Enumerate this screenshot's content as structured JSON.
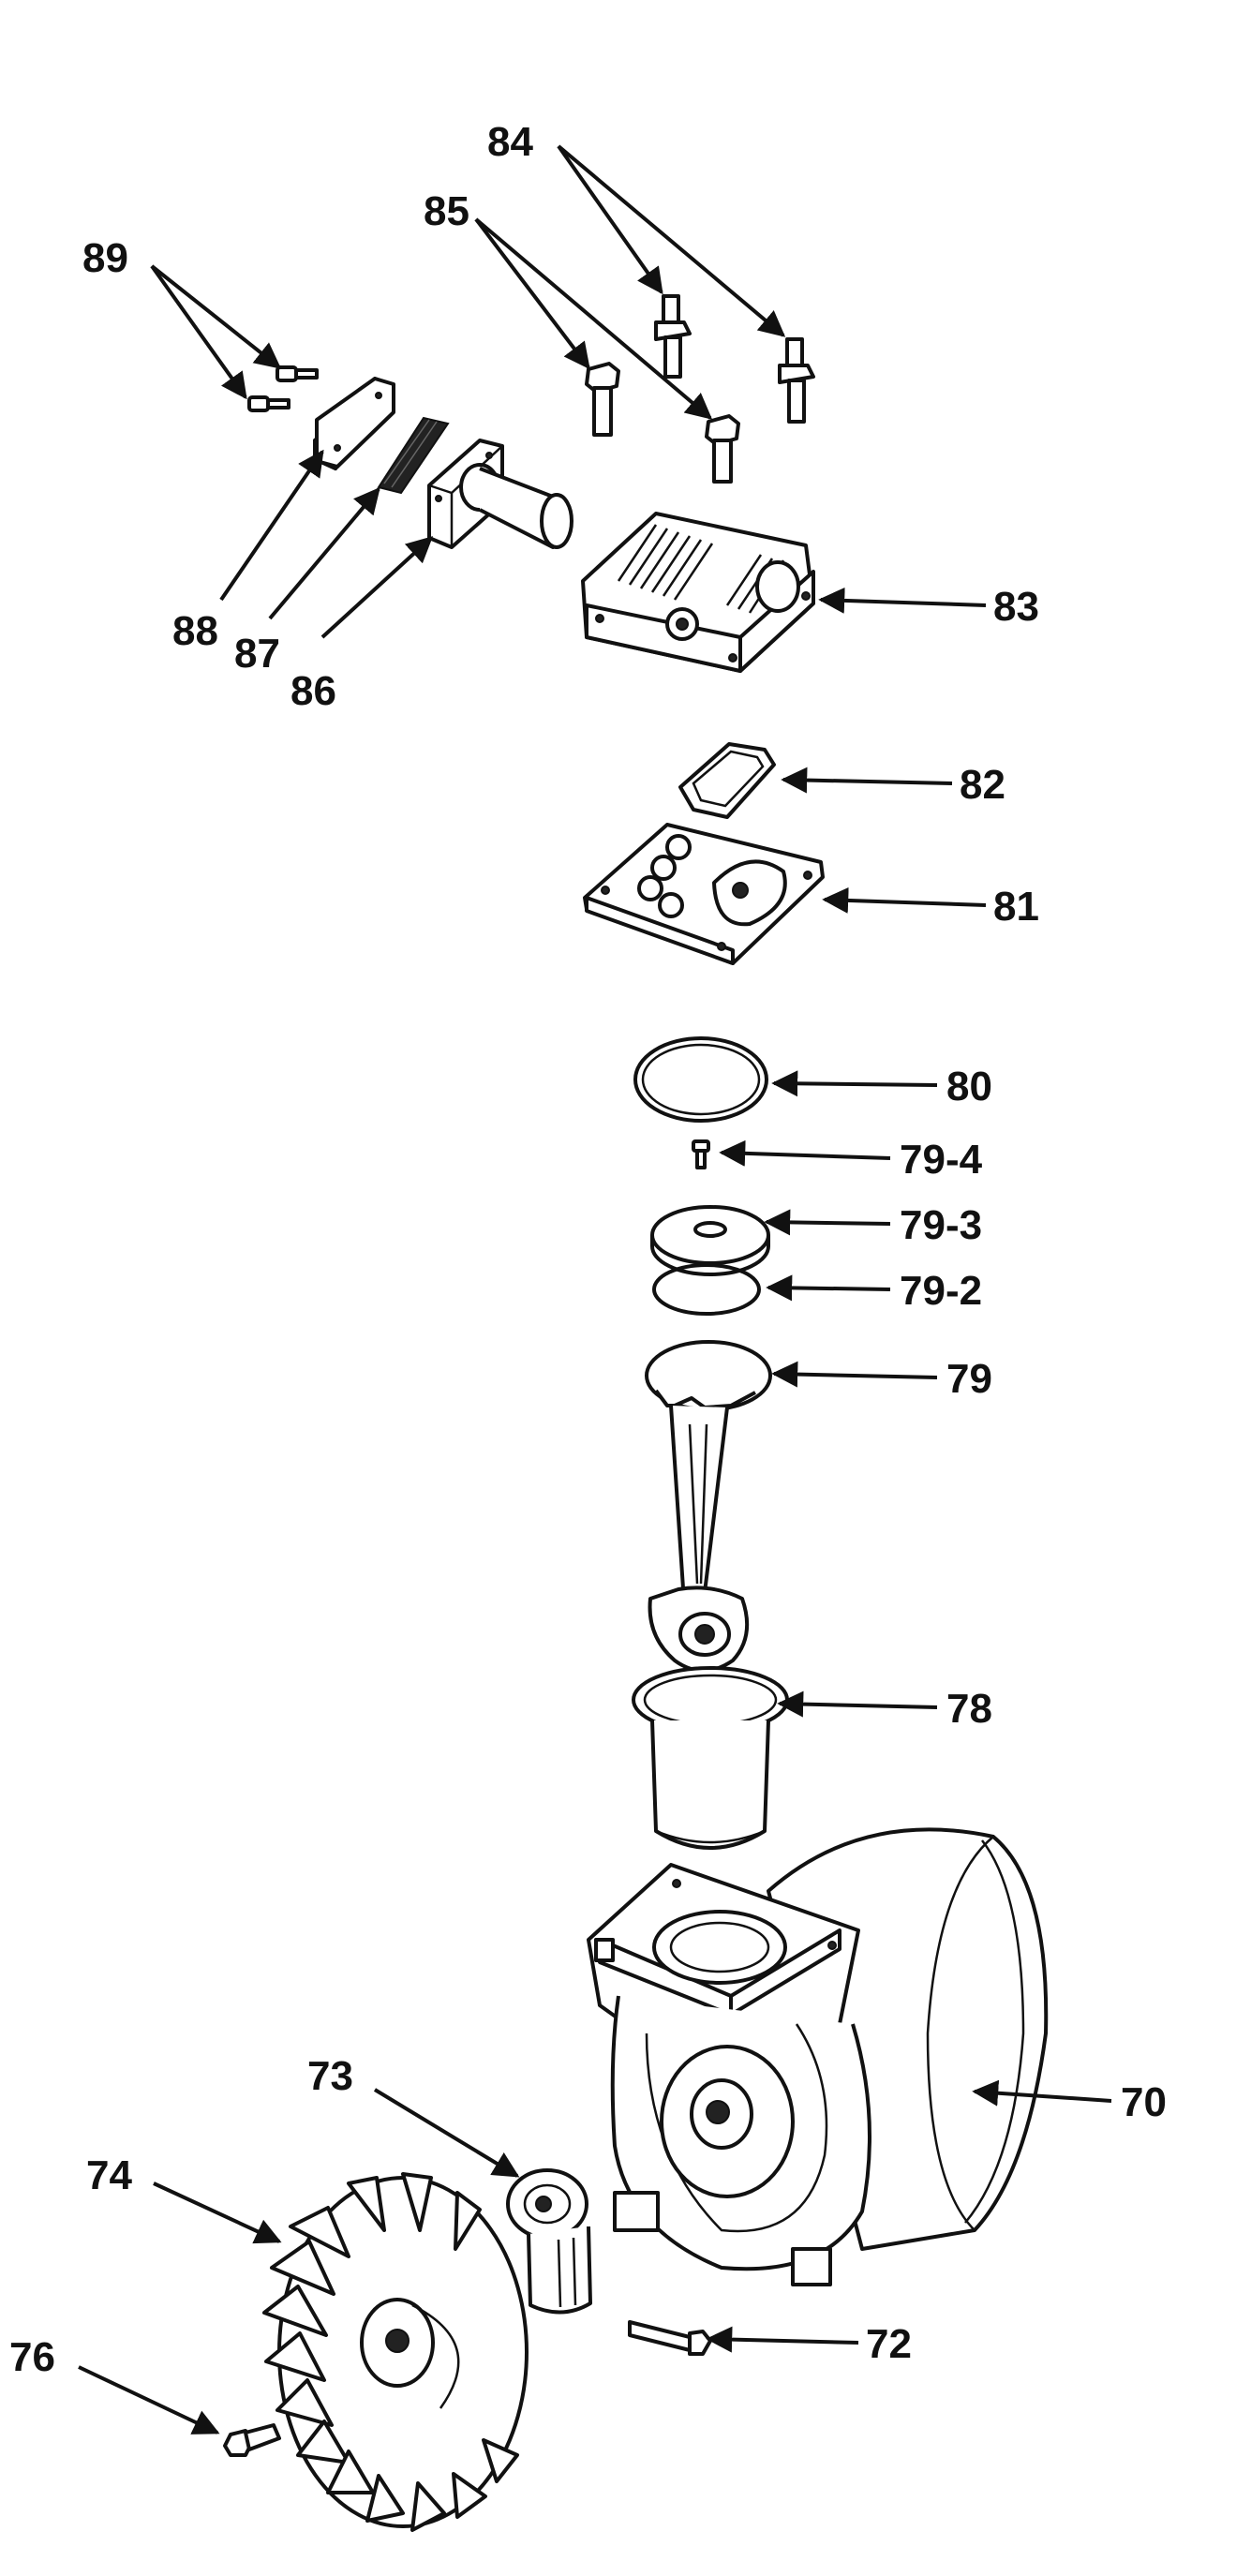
{
  "callouts": {
    "c89": "89",
    "c88": "88",
    "c87": "87",
    "c86": "86",
    "c85": "85",
    "c84": "84",
    "c83": "83",
    "c82": "82",
    "c81": "81",
    "c80": "80",
    "c79_4": "79-4",
    "c79_3": "79-3",
    "c79_2": "79-2",
    "c79": "79",
    "c78": "78",
    "c70": "70",
    "c73": "73",
    "c74": "74",
    "c72": "72",
    "c76": "76"
  },
  "colors": {
    "ink": "#111111",
    "paper": "#ffffff"
  }
}
